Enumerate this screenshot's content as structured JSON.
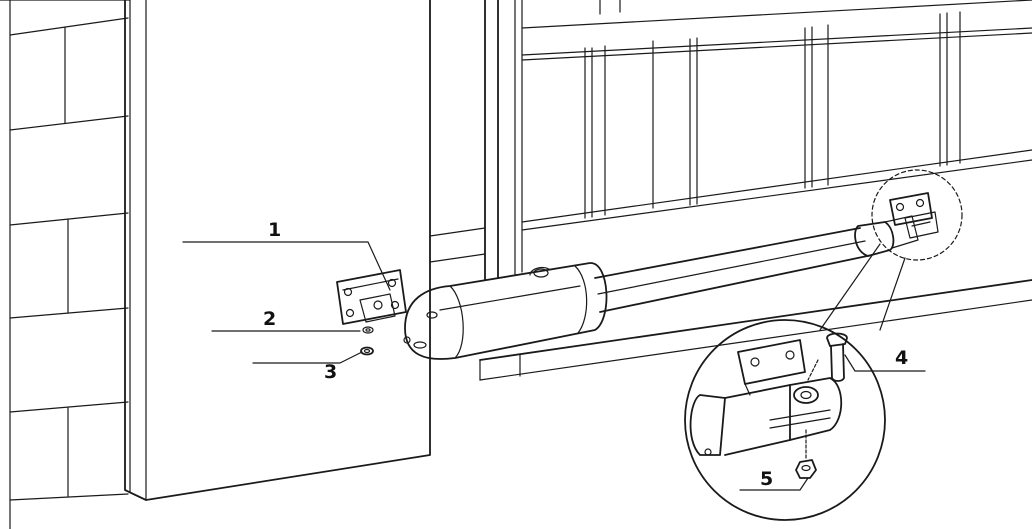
{
  "callouts": [
    {
      "label": "1"
    },
    {
      "label": "2"
    },
    {
      "label": "3"
    },
    {
      "label": "4"
    },
    {
      "label": "5"
    }
  ]
}
